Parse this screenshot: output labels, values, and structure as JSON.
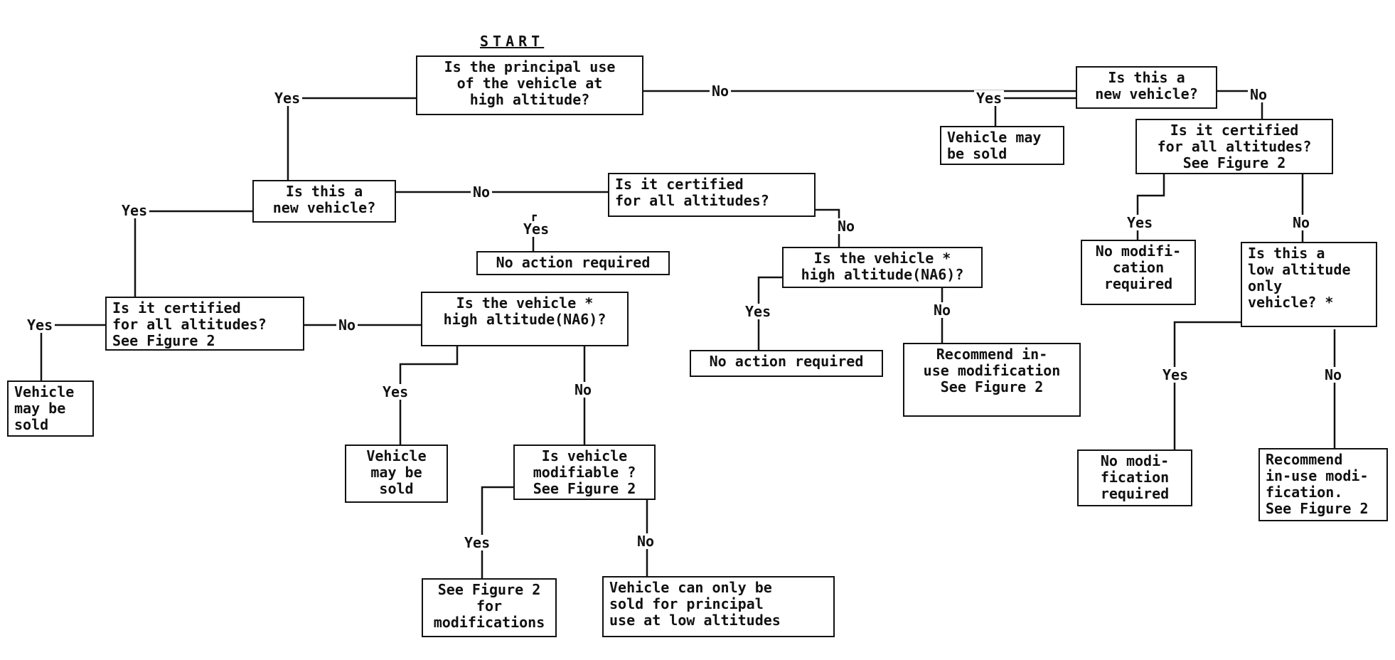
{
  "start_label": "START",
  "nodes": {
    "q_principal": "Is the principal use\nof the vehicle at\nhigh altitude?",
    "q_new_left": "Is this a\nnew vehicle?",
    "q_cert_left": "Is it certified\nfor all altitudes?\nSee Figure 2",
    "r_sold_1": "Vehicle\nmay be\nsold",
    "q_na6_left": "Is the vehicle *\nhigh altitude(NA6)?",
    "r_sold_2": "Vehicle\nmay be\nsold",
    "q_modifiable": "Is vehicle\nmodifiable ?\nSee Figure 2",
    "r_see_fig": "See Figure 2\nfor\nmodifications",
    "r_low_only": "Vehicle can only be\nsold for principal\nuse at low altitudes",
    "q_cert_mid": "Is it certified\nfor all altitudes?",
    "r_noaction_1": "No action required",
    "q_na6_mid": "Is the vehicle *\nhigh altitude(NA6)?",
    "r_noaction_2": "No action required",
    "r_recommend_1": "Recommend in-\nuse modification\nSee Figure 2",
    "q_new_right": "Is this a\nnew vehicle?",
    "r_sold_3": "Vehicle may\nbe sold",
    "q_cert_right": "Is it certified\nfor all altitudes?\nSee Figure 2",
    "r_nomod_1": "No modifi-\ncation\nrequired",
    "q_low_only": "Is this a\nlow altitude\nonly\nvehicle? *",
    "r_nomod_2": "No modi-\nfication\nrequired",
    "r_recommend_2": "Recommend\nin-use modi-\nfication.\nSee Figure 2"
  },
  "labels": {
    "yes": "Yes",
    "no": "No"
  }
}
